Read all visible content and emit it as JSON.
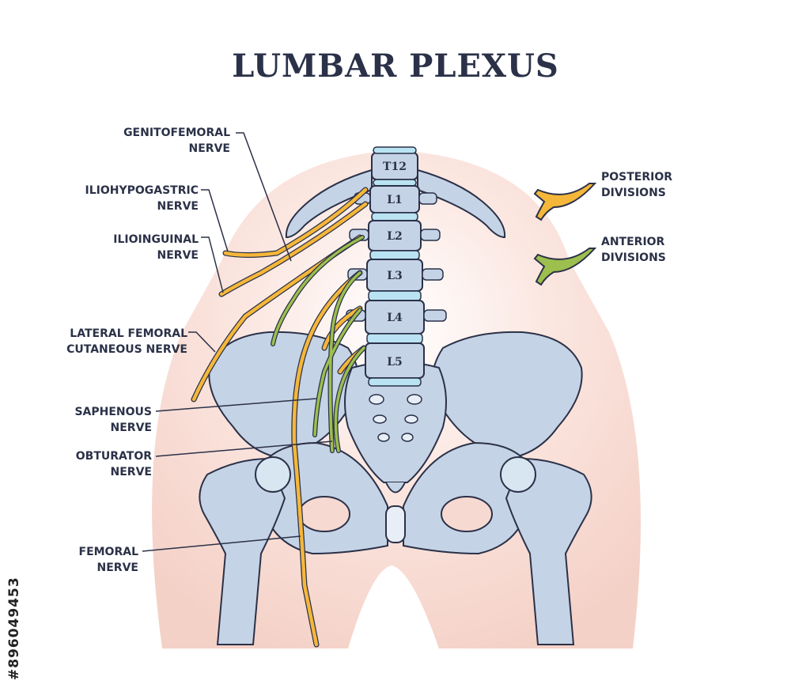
{
  "title": "LUMBAR PLEXUS",
  "labels": {
    "genitofemoral": [
      "GENITOFEMORAL",
      "NERVE"
    ],
    "iliohypogastric": [
      "ILIOHYPOGASTRIC",
      "NERVE"
    ],
    "ilioinguinal": [
      "ILIOINGUINAL",
      "NERVE"
    ],
    "lateral_femoral": [
      "LATERAL FEMORAL",
      "CUTANEOUS NERVE"
    ],
    "saphenous": [
      "SAPHENOUS",
      "NERVE"
    ],
    "obturator": [
      "OBTURATOR",
      "NERVE"
    ],
    "femoral": [
      "FEMORAL",
      "NERVE"
    ]
  },
  "legend": {
    "posterior": [
      "POSTERIOR",
      "DIVISIONS"
    ],
    "anterior": [
      "ANTERIOR",
      "DIVISIONS"
    ]
  },
  "vertebrae": [
    "T12",
    "L1",
    "L2",
    "L3",
    "L4",
    "L5"
  ],
  "colors": {
    "posterior_nerve": "#f5b73a",
    "anterior_nerve": "#9cbf4e",
    "bone": "#c5d3e6",
    "skin": "#f6d9d1",
    "disc": "#b9e3f2",
    "text": "#2b3148"
  },
  "stock_id": "#896049453"
}
